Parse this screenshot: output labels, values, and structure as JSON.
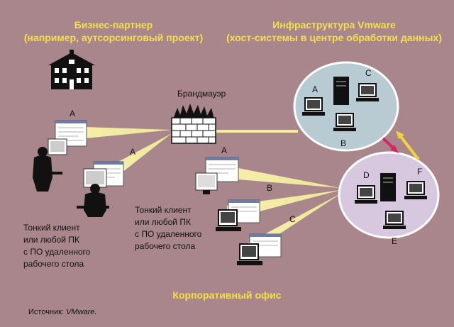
{
  "partner_title_line1": "Бизнес-партнер",
  "partner_title_line2": "(например, аутсорсинговый проект)",
  "infra_title_line1": "Инфраструктура Vmware",
  "infra_title_line2": "(хост-системы в центре обработки данных)",
  "firewall_label": "Брандмауэр",
  "thin_client_text": [
    "Тонкий клиент",
    "или любой ПК",
    "с ПО удаленного",
    "рабочего стола"
  ],
  "office_title": "Корпоративный офис",
  "source_label": "Источник:",
  "source_name": "VMware.",
  "client_letters": {
    "partner_top": "A",
    "partner_right": "A",
    "office_a": "A",
    "office_b": "B",
    "office_c": "C"
  },
  "host_top": {
    "a": "A",
    "b": "B",
    "c": "C"
  },
  "host_bottom": {
    "d": "D",
    "e": "E",
    "f": "F"
  },
  "colors": {
    "background": "#a8868c",
    "title": "#f6e04a",
    "beam": "#f4ef9a",
    "host_top_fill": "#b8cbd3",
    "host_bottom_fill": "#d8c8df",
    "arrow_magenta": "#d8246a",
    "arrow_yellow": "#f3d23c"
  }
}
